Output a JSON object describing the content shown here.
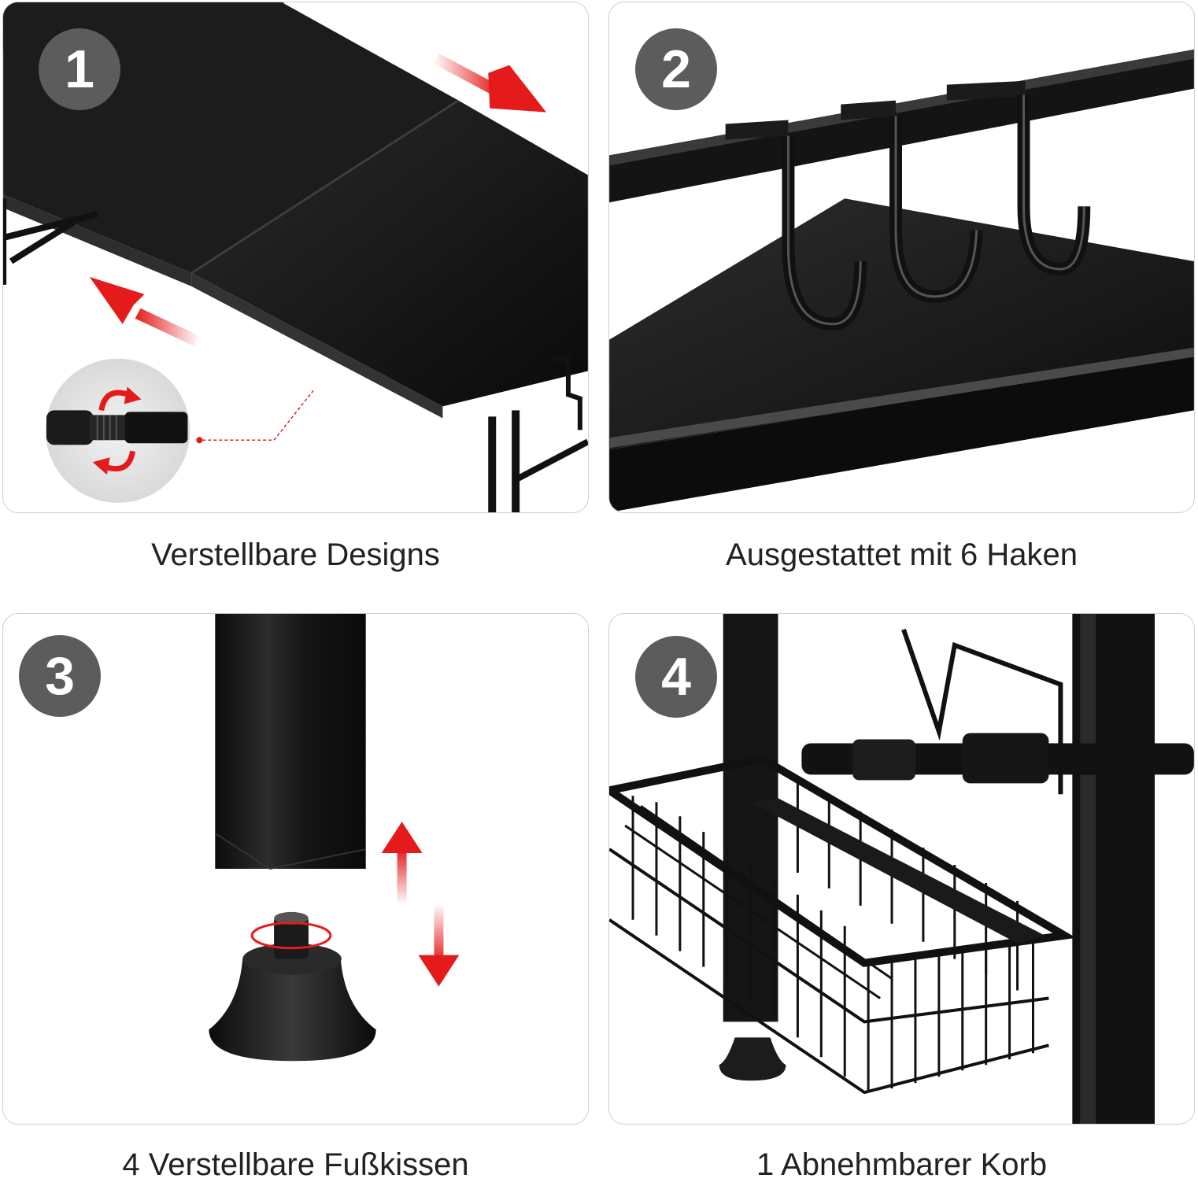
{
  "panels": [
    {
      "number": "1",
      "caption": "Verstellbare Designs"
    },
    {
      "number": "2",
      "caption": "Ausgestattet mit 6 Haken"
    },
    {
      "number": "3",
      "caption": "4 Verstellbare Fußkissen"
    },
    {
      "number": "4",
      "caption": "1 Abnehmbarer Korb"
    }
  ],
  "colors": {
    "badge": "#5c5c5c",
    "arrow": "#e51b1b",
    "metal": "#151515",
    "frame": "#cfcfcf"
  },
  "icons": {
    "panel1": [
      "extendable-shelf-image",
      "expand-arrow-icon",
      "telescopic-tube-icon",
      "rotate-arrows-icon"
    ],
    "panel2": [
      "hooks-on-rail-image"
    ],
    "panel3": [
      "shelf-leg-image",
      "adjustable-foot-pad-icon",
      "up-down-arrows-icon"
    ],
    "panel4": [
      "wire-basket-image"
    ]
  }
}
